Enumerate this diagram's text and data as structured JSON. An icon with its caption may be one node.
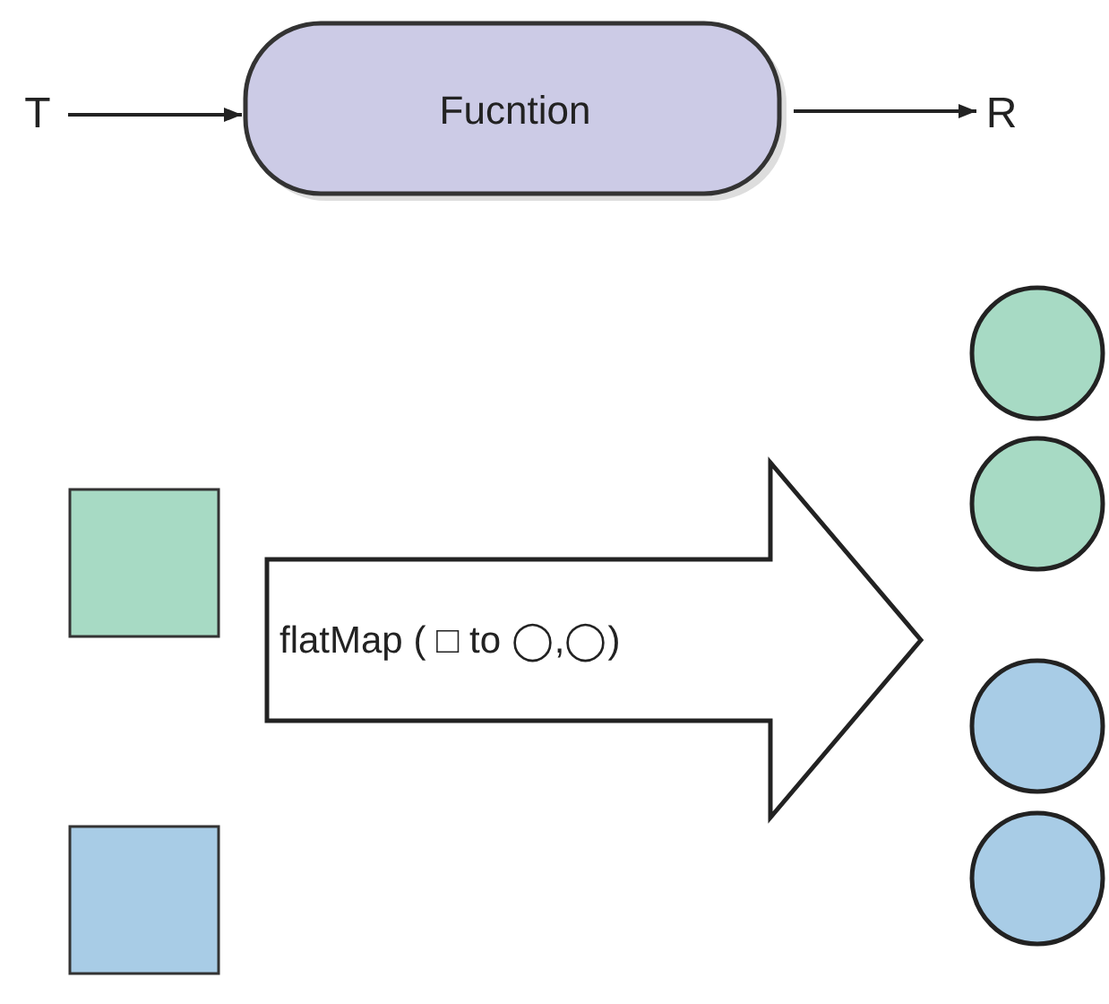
{
  "diagram": {
    "nodes": [
      {
        "text": [
          "T"
        ]
      },
      {
        "text": [
          "Fucntion"
        ]
      },
      {
        "text": [
          "R"
        ]
      },
      {
        "text": [],
        "shape": "box"
      },
      {
        "text": [],
        "shape": "box"
      },
      {
        "text": [
          "flatMap ( □ to ◯,◯)"
        ]
      },
      {
        "text": [],
        "shape": "circle"
      },
      {
        "text": [],
        "shape": "circle"
      },
      {
        "text": [],
        "shape": "circle"
      },
      {
        "text": [],
        "shape": "circle"
      }
    ],
    "edges": [
      {
        "from": 0,
        "to": 1,
        "arrow": "to"
      },
      {
        "from": 1,
        "to": 2,
        "arrow": "to"
      }
    ]
  }
}
